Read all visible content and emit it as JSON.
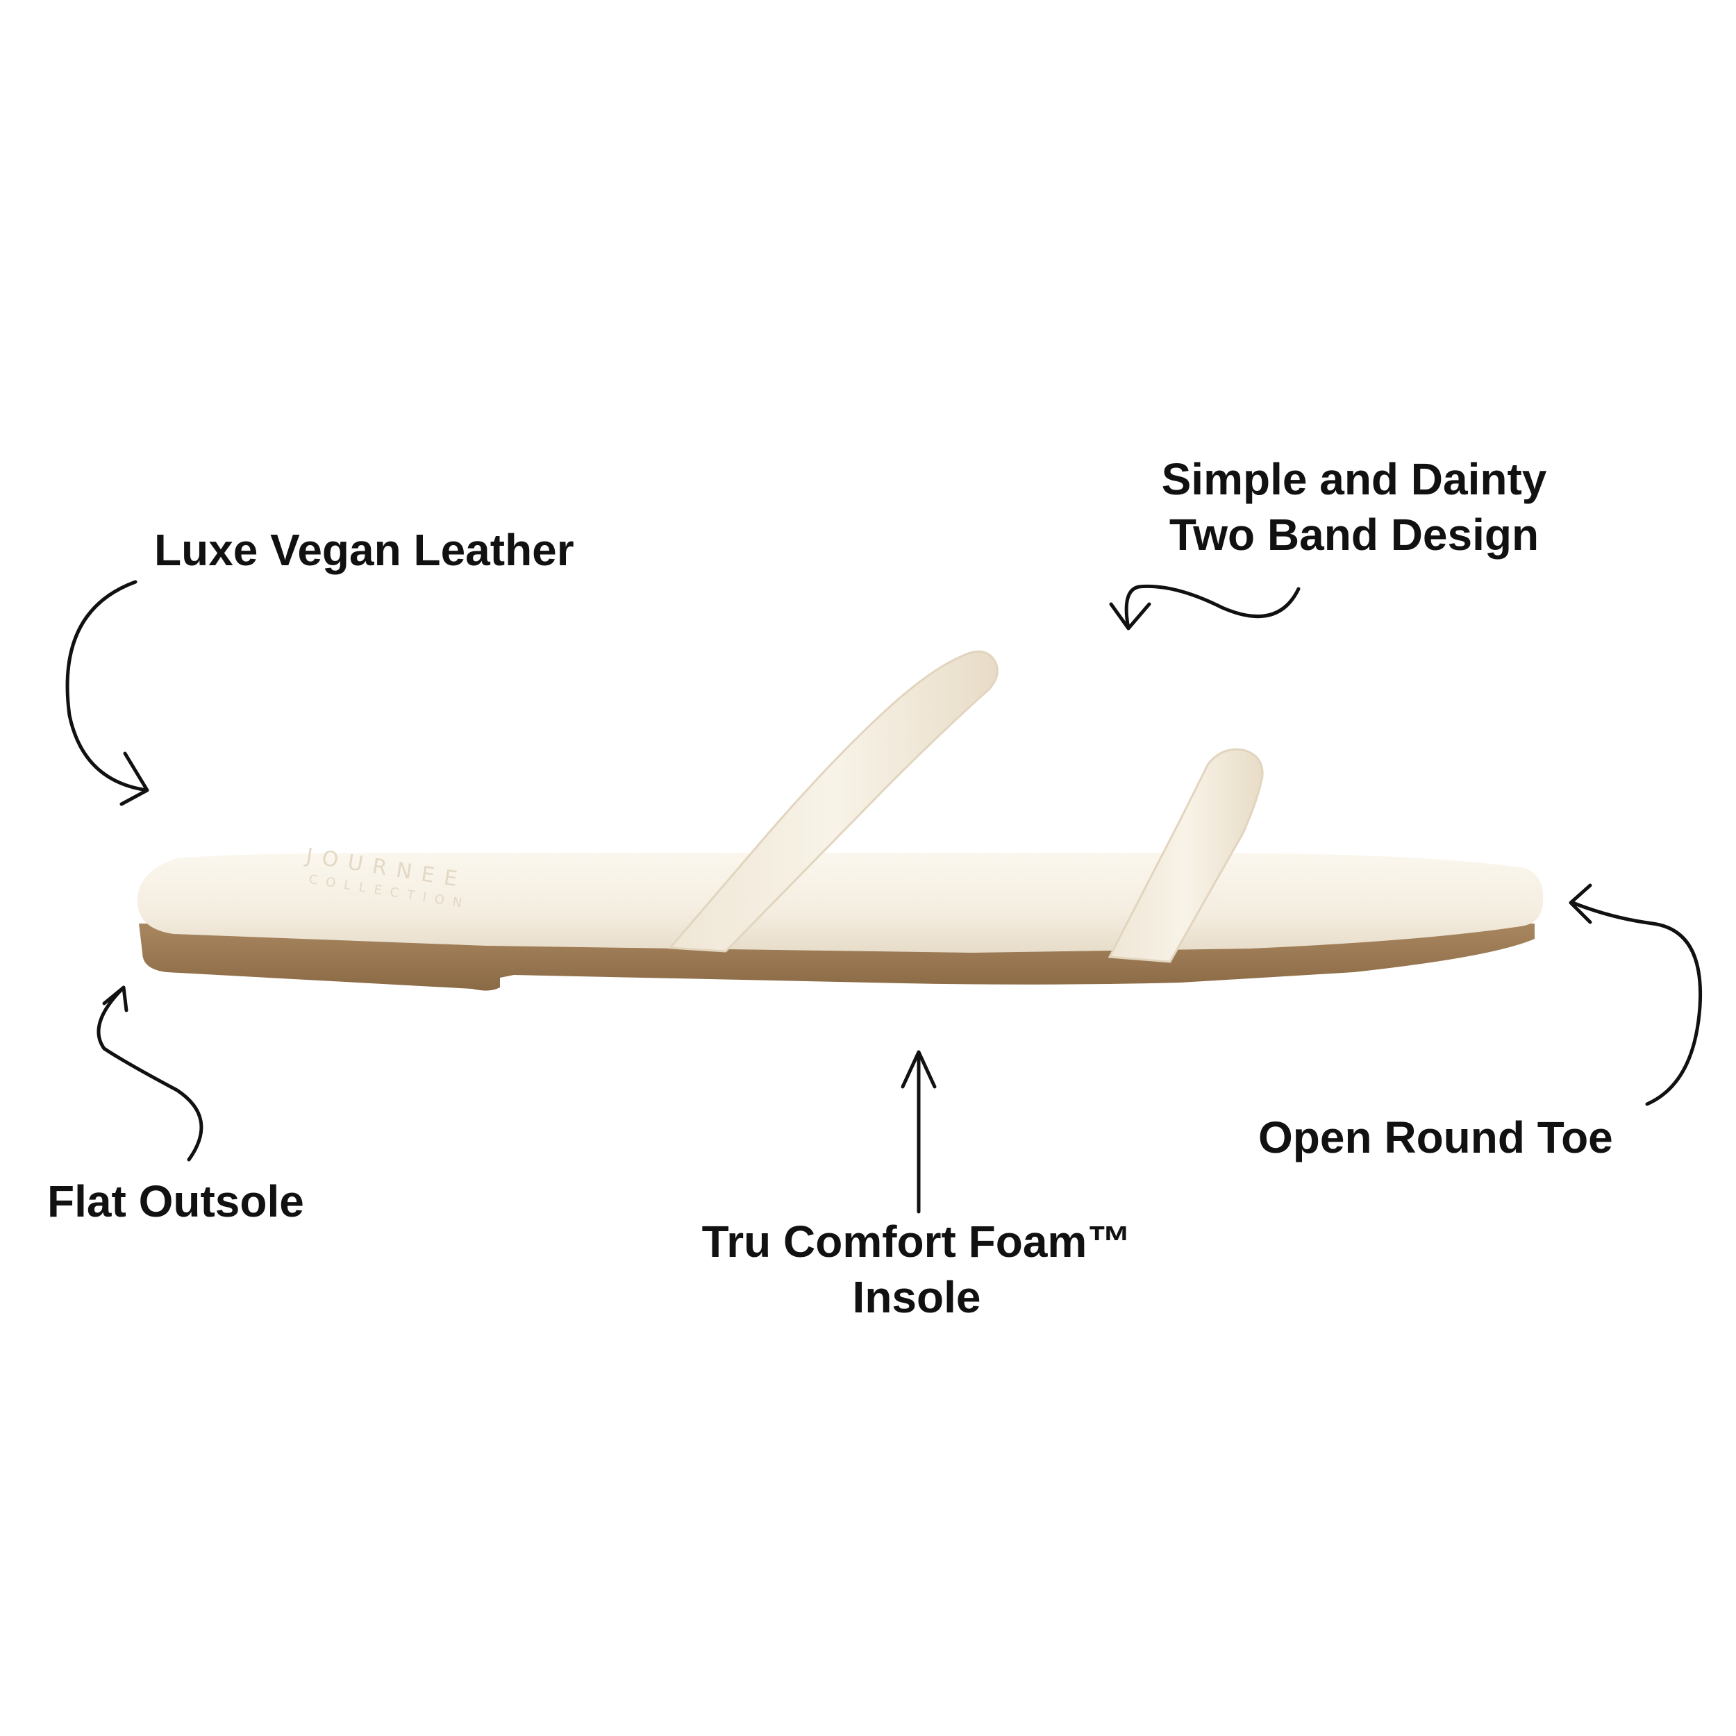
{
  "callouts": {
    "material": "Luxe Vegan Leather",
    "design_line1": "Simple and Dainty",
    "design_line2": "Two Band Design",
    "outsole": "Flat Outsole",
    "insole_line1": "Tru Comfort Foam™",
    "insole_line2": "Insole",
    "toe": "Open Round Toe"
  },
  "product": {
    "brand_line1": "JOURNEE",
    "brand_line2": "COLLECTION"
  },
  "colors": {
    "background": "#ffffff",
    "sandal": "#f5efe3",
    "outsole": "#9b7a52",
    "text": "#111111"
  }
}
